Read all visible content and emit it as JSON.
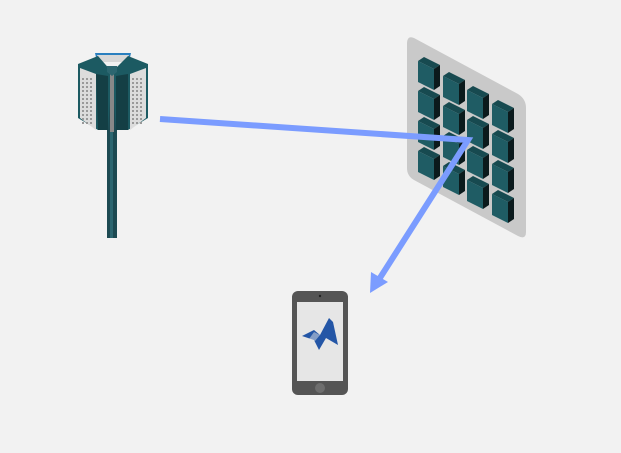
{
  "diagram": {
    "nodes": [
      {
        "id": "base-station",
        "icon": "cell-tower-icon"
      },
      {
        "id": "ris",
        "icon": "reflective-surface-icon",
        "rows": 4,
        "columns": 4
      },
      {
        "id": "user-equipment",
        "icon": "smartphone-icon",
        "screen_logo": "matlab-logo"
      }
    ],
    "links": [
      {
        "from": "base-station",
        "to": "ris"
      },
      {
        "from": "ris",
        "to": "user-equipment"
      }
    ],
    "colors": {
      "background": "#f2f2f2",
      "beam": "#7b9cff",
      "element": "#1f5c64",
      "panel": "#c8c8c8",
      "phone": "#555555",
      "logo": "#2456a6"
    }
  }
}
